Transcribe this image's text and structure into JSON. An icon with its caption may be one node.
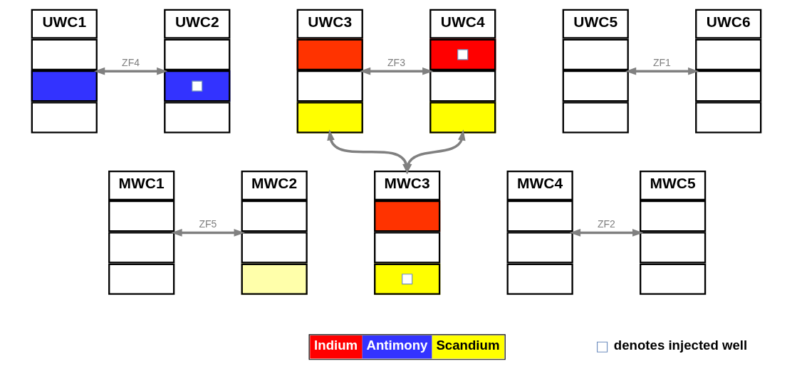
{
  "diagram": {
    "nodes": [
      {
        "text": [
          "UWC1"
        ]
      },
      {
        "text": [
          "UWC2"
        ]
      },
      {
        "text": [
          "UWC3"
        ]
      },
      {
        "text": [
          "UWC4"
        ]
      },
      {
        "text": [
          "UWC5"
        ]
      },
      {
        "text": [
          "UWC6"
        ]
      },
      {
        "text": [
          "MWC1"
        ]
      },
      {
        "text": [
          "MWC2"
        ]
      },
      {
        "text": [
          "MWC3"
        ]
      },
      {
        "text": [
          "MWC4"
        ]
      },
      {
        "text": [
          "MWC5"
        ]
      }
    ],
    "edges": [
      {
        "from": 0,
        "to": 1,
        "arrow": "both",
        "label": "ZF4"
      },
      {
        "from": 2,
        "to": 3,
        "arrow": "both",
        "label": "ZF3"
      },
      {
        "from": 2,
        "to": 8,
        "arrow": "both"
      },
      {
        "from": 3,
        "to": 8,
        "arrow": "both"
      },
      {
        "from": 4,
        "to": 5,
        "arrow": "both",
        "label": "ZF1"
      },
      {
        "from": 6,
        "to": 7,
        "arrow": "both",
        "label": "ZF5"
      },
      {
        "from": 9,
        "to": 10,
        "arrow": "both",
        "label": "ZF2"
      }
    ],
    "legend": [
      {
        "text": "Indium",
        "color": "#ff0000"
      },
      {
        "text": "Antimony",
        "color": "#3333ff"
      },
      {
        "text": "Scandium",
        "color": "#ffff00"
      },
      {
        "text": "denotes injected well"
      }
    ]
  }
}
